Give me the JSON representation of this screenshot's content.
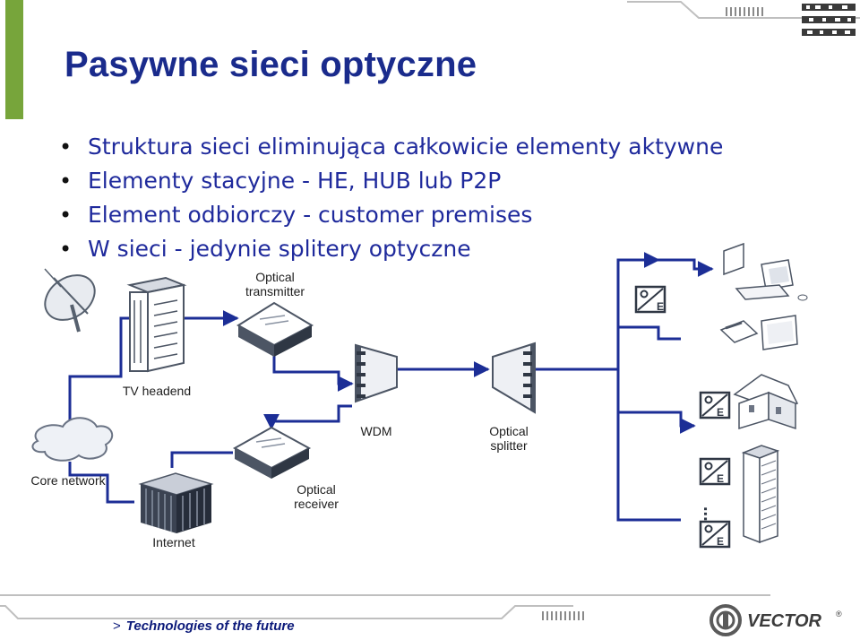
{
  "slide": {
    "title": "Pasywne sieci optyczne",
    "bullets": [
      "Struktura sieci eliminująca całkowicie elementy aktywne",
      "Elementy stacyjne - HE, HUB lub P2P",
      "Element odbiorczy - customer premises",
      "W sieci - jedynie splitery optyczne"
    ]
  },
  "diagram": {
    "labels": {
      "optical_transmitter": [
        "Optical",
        "transmitter"
      ],
      "tv_headend": "TV headend",
      "wdm": "WDM",
      "optical_splitter": [
        "Optical",
        "splitter"
      ],
      "core_network": "Core network",
      "optical_receiver": [
        "Optical",
        "receiver"
      ],
      "internet": "Internet"
    },
    "ont_letter": "E",
    "ellipsis": "...",
    "colors": {
      "line": "#1c2e96",
      "device": "#5f6878",
      "title": "#1a2b8c",
      "accent_green": "#77a53b"
    }
  },
  "footer": {
    "arrow": ">",
    "tagline": "Technologies of the future",
    "logo_text": "VECTOR",
    "logo_mark": "®"
  }
}
